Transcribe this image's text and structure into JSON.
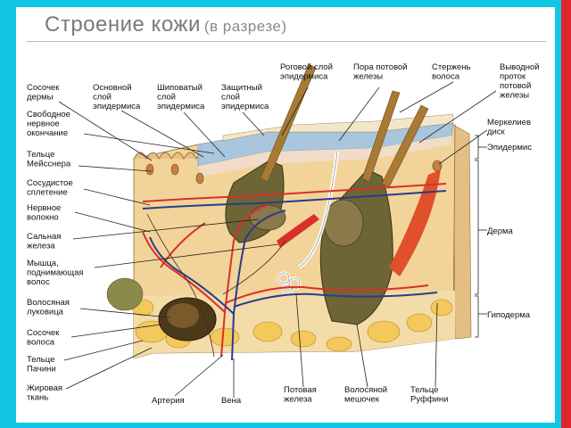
{
  "title": "Строение кожи",
  "subtitle": "(в разрезе)",
  "labels": {
    "papilla_dermis": [
      "Сосочек",
      "дермы"
    ],
    "basal_layer": [
      "Основной",
      "слой",
      "эпидермиса"
    ],
    "spinous_layer": [
      "Шиповатый",
      "слой",
      "эпидермиса"
    ],
    "protective_layer": [
      "Защитный",
      "слой",
      "эпидермиса"
    ],
    "horny_layer": [
      "Роговой слой",
      "эпидермиса"
    ],
    "sweat_pore": [
      "Пора потовой",
      "железы"
    ],
    "hair_shaft": [
      "Стержень",
      "волоса"
    ],
    "excretory_duct": [
      "Выводной",
      "проток",
      "потовой",
      "железы"
    ],
    "free_nerve": [
      "Свободное",
      "нервное",
      "окончание"
    ],
    "meissner": [
      "Тельце",
      "Мейсснера"
    ],
    "vascular_plexus": [
      "Сосудистое",
      "сплетение"
    ],
    "nerve_fiber": [
      "Нервное",
      "волокно"
    ],
    "sebaceous": [
      "Сальная",
      "железа"
    ],
    "muscle": [
      "Мышца,",
      "поднимающая",
      "волос"
    ],
    "hair_bulb": [
      "Волосяная",
      "луковица"
    ],
    "hair_papilla": [
      "Сосочек",
      "волоса"
    ],
    "pacini": [
      "Тельце",
      "Пачини"
    ],
    "fat": [
      "Жировая",
      "ткань"
    ],
    "artery": [
      "Артерия"
    ],
    "vein": [
      "Вена"
    ],
    "sweat_gland": [
      "Потовая",
      "железа"
    ],
    "hair_follicle": [
      "Волосяной",
      "мешочек"
    ],
    "ruffini": [
      "Тельце",
      "Руффини"
    ],
    "merkel": [
      "Меркелиев",
      "диск"
    ],
    "epidermis": [
      "Эпидермис"
    ],
    "dermis": [
      "Дерма"
    ],
    "hypodermis": [
      "Гиподерма"
    ]
  },
  "colors": {
    "dermis": "#f2d49a",
    "epidermis_blue": "#a9c6dc",
    "hair": "#a87a34",
    "follicle": "#6e6537",
    "sebaceous": "#8a7a4a",
    "artery": "#d9302a",
    "vein": "#2b3b8a",
    "fat": "#f2c95a",
    "gland": "#f4f4f4"
  }
}
